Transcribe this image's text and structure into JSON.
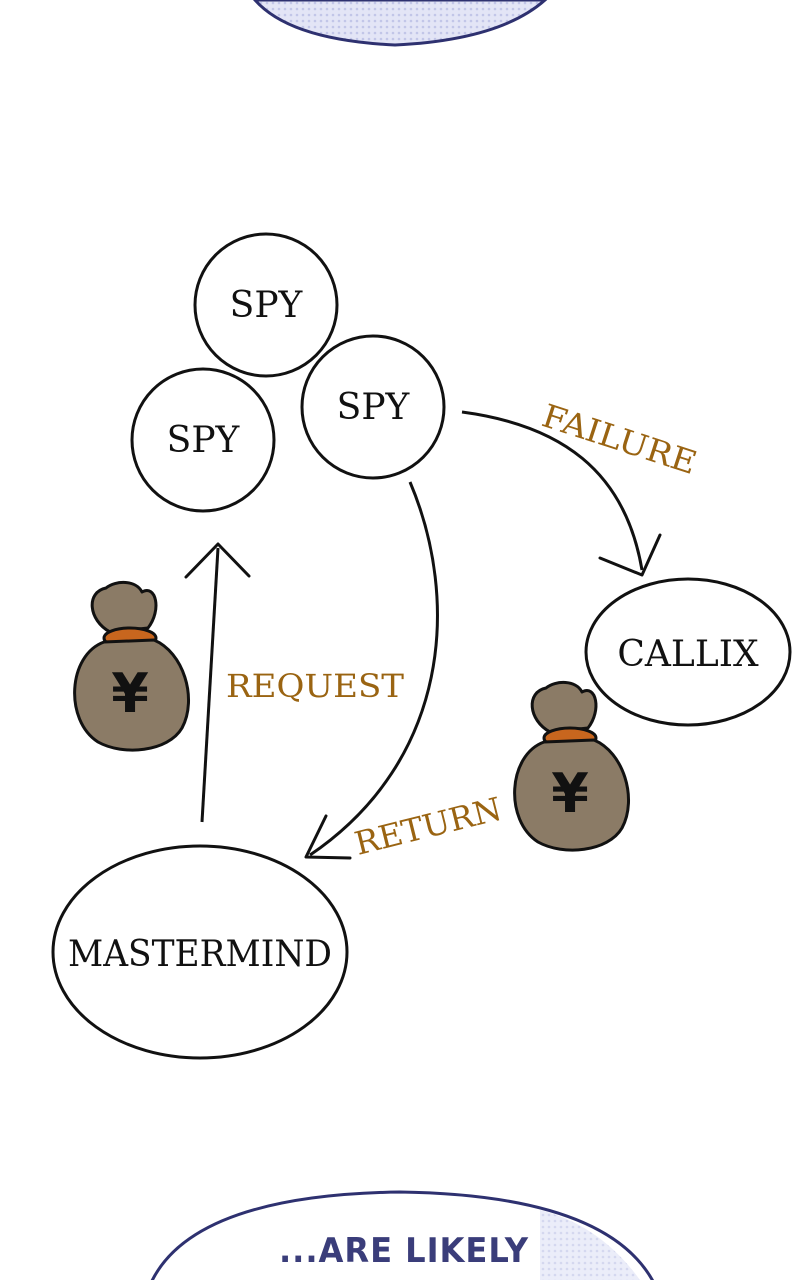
{
  "colors": {
    "ink": "#111111",
    "label_brown": "#9a6412",
    "bag_fill": "#8b7b66",
    "bag_tie": "#c8661e",
    "bubble_border": "#2e3170",
    "bubble_text": "#3a3d7a",
    "bubble_tint": "#cfd2ee"
  },
  "nodes": {
    "spy_top": "SPY",
    "spy_left": "SPY",
    "spy_right": "SPY",
    "callix": "CALLIX",
    "mastermind": "MASTERMIND"
  },
  "edges": {
    "failure": "FAILURE",
    "request": "REQUEST",
    "return": "RETURN"
  },
  "money_bag": {
    "icon": "money-bag-icon",
    "symbol": "¥"
  },
  "speech_bubble": {
    "text": "...ARE LIKELY"
  }
}
